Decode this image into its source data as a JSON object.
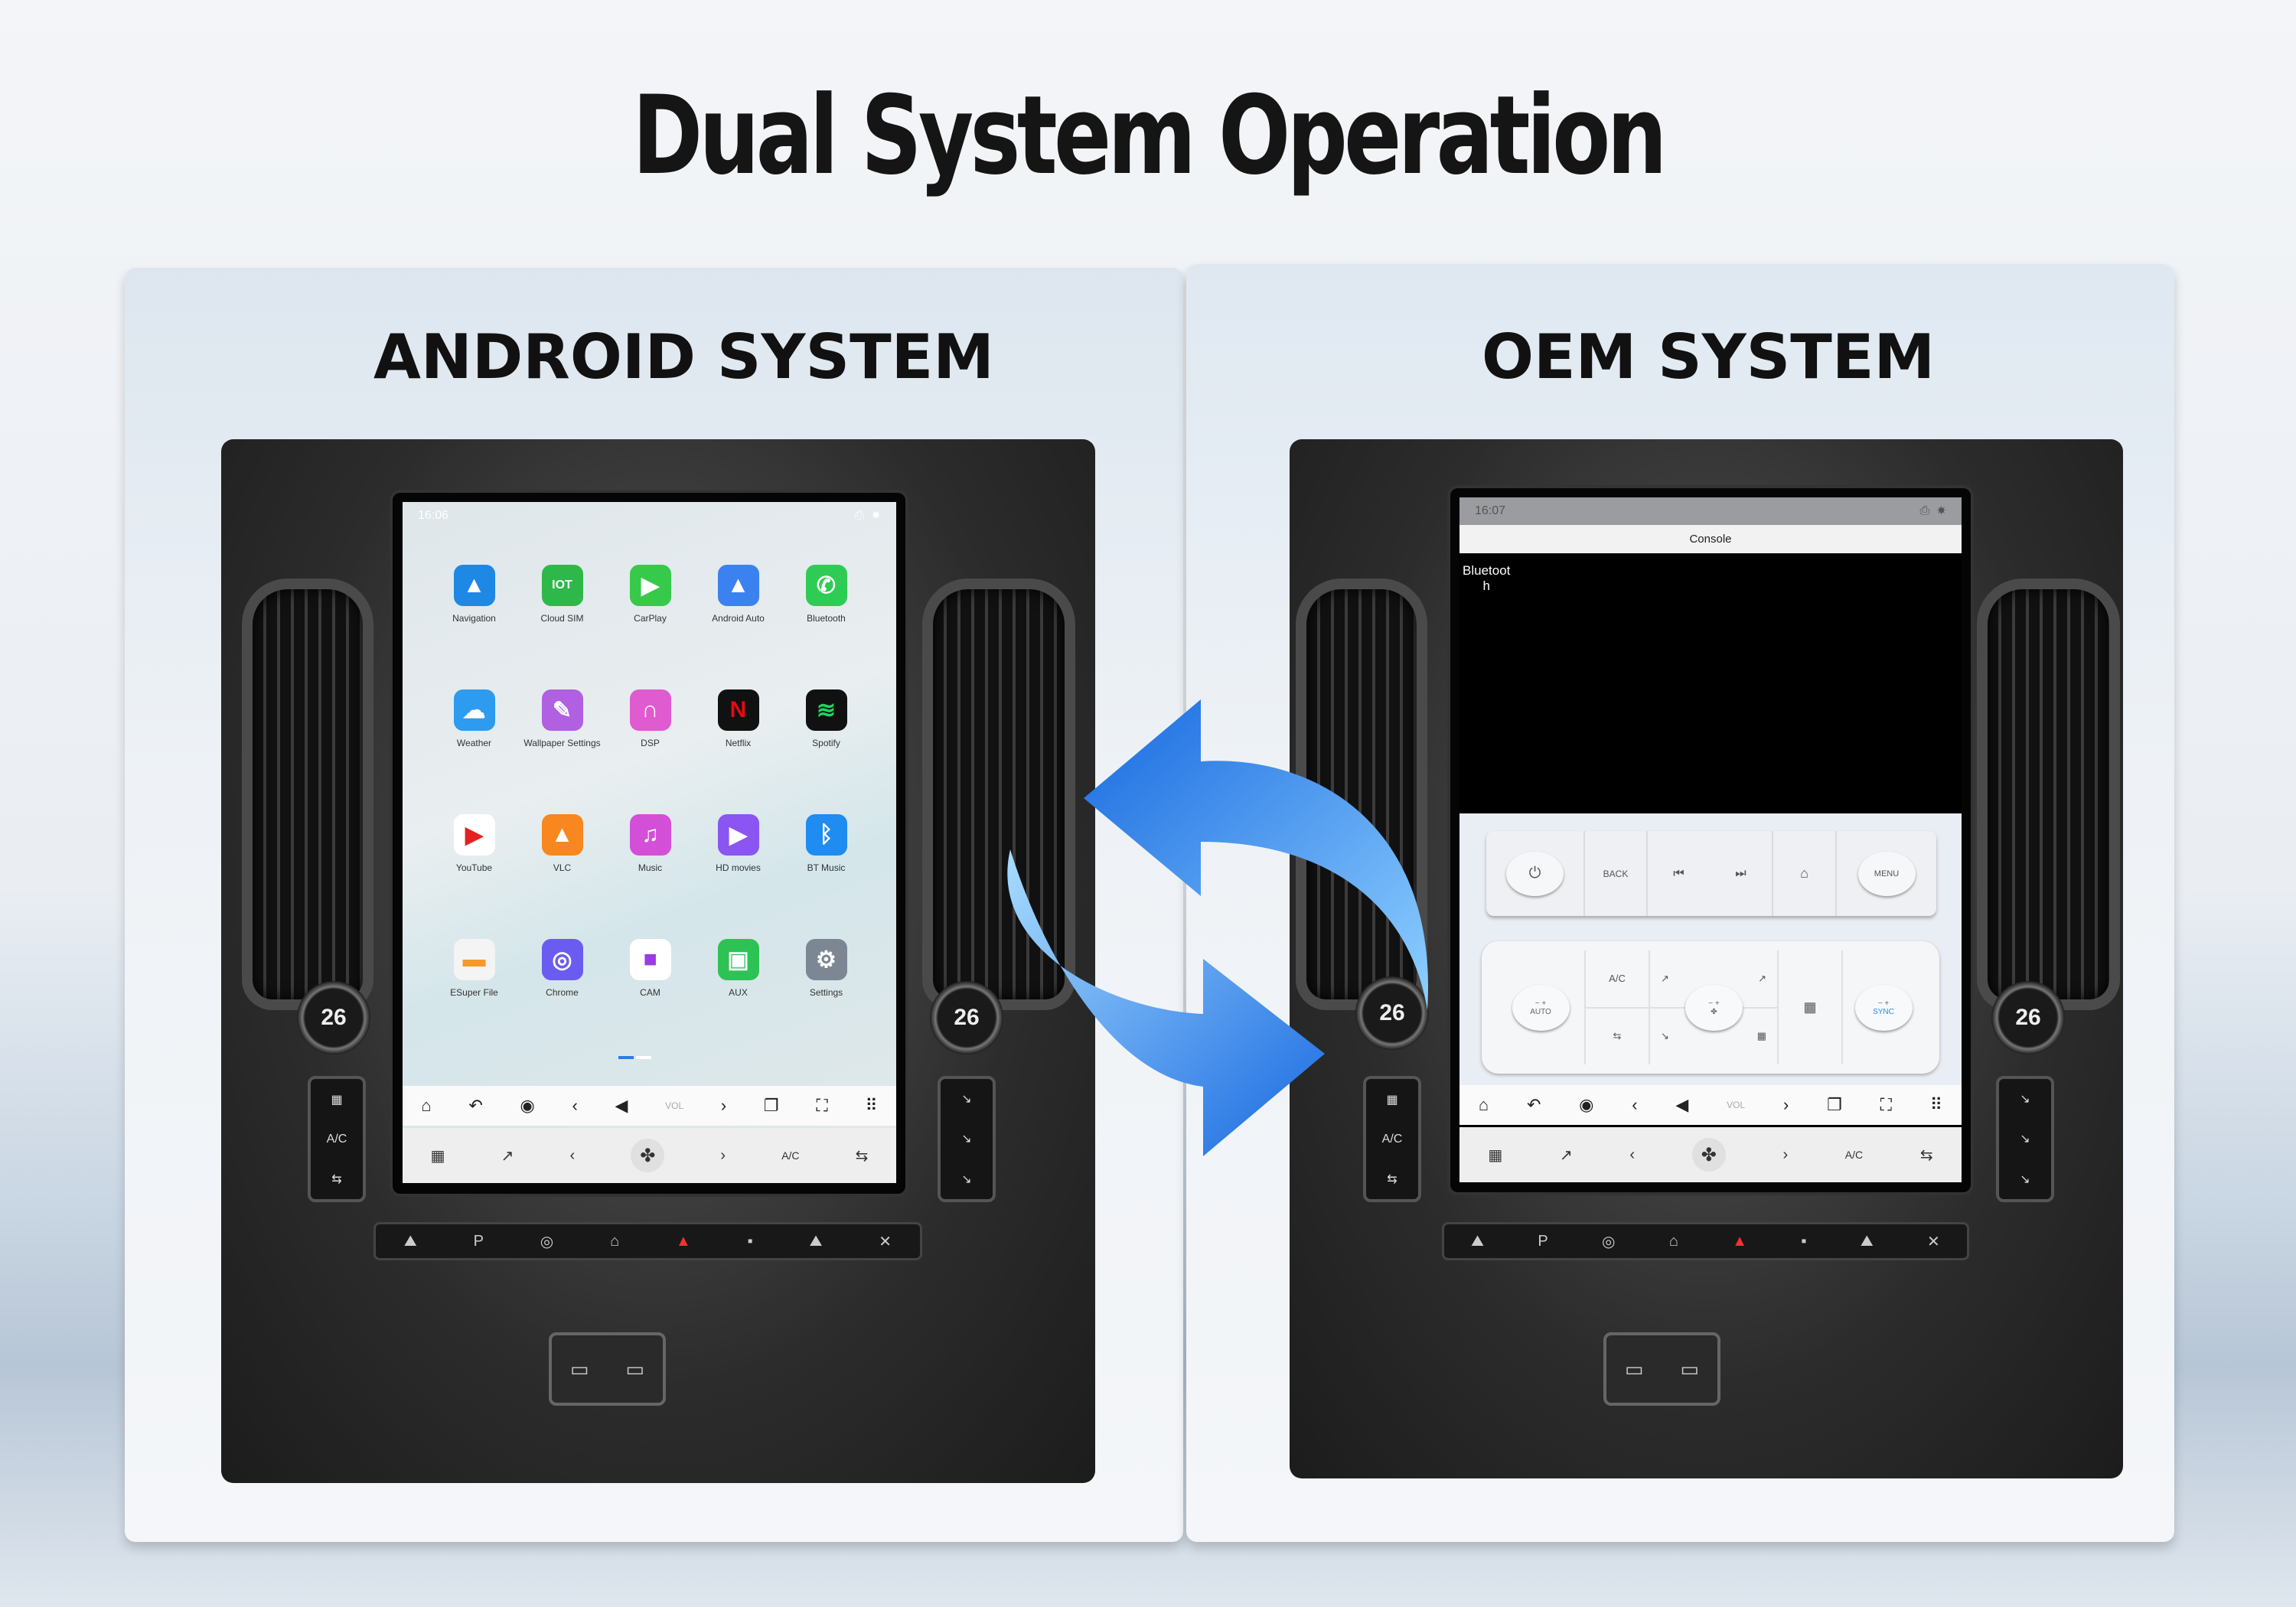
{
  "title": "Dual System Operation",
  "left_heading": "ANDROID SYSTEM",
  "right_heading": "OEM SYSTEM",
  "dashboard": {
    "temp": "26",
    "ac": "A/C"
  },
  "android": {
    "time": "16:06",
    "apps": [
      {
        "label": "Navigation",
        "glyph": "▲",
        "color": "#1e88e5"
      },
      {
        "label": "Cloud SIM",
        "glyph": "IOT",
        "color": "#2fb84a"
      },
      {
        "label": "CarPlay",
        "glyph": "▶",
        "color": "#36c94a"
      },
      {
        "label": "Android Auto",
        "glyph": "▲",
        "color": "#3b82f0"
      },
      {
        "label": "Bluetooth",
        "glyph": "✆",
        "color": "#2ecc55"
      },
      {
        "label": "Weather",
        "glyph": "☁",
        "color": "#2d9bf0"
      },
      {
        "label": "Wallpaper Settings",
        "glyph": "✎",
        "color": "#b060e0"
      },
      {
        "label": "DSP",
        "glyph": "∩",
        "color": "#e05ad0"
      },
      {
        "label": "Netflix",
        "glyph": "N",
        "color": "#111111"
      },
      {
        "label": "Spotify",
        "glyph": "≋",
        "color": "#111111"
      },
      {
        "label": "YouTube",
        "glyph": "▶",
        "color": "#ffffff"
      },
      {
        "label": "VLC",
        "glyph": "▲",
        "color": "#f7871e"
      },
      {
        "label": "Music",
        "glyph": "♫",
        "color": "#d34fd8"
      },
      {
        "label": "HD movies",
        "glyph": "▶",
        "color": "#8a55f0"
      },
      {
        "label": "BT Music",
        "glyph": "ᛒ",
        "color": "#1e8cf0"
      },
      {
        "label": "ESuper File",
        "glyph": "▬",
        "color": "#f4f4f4"
      },
      {
        "label": "Chrome",
        "glyph": "◎",
        "color": "#6a5cf0"
      },
      {
        "label": "CAM",
        "glyph": "■",
        "color": "#ffffff"
      },
      {
        "label": "AUX",
        "glyph": "▣",
        "color": "#2ec255"
      },
      {
        "label": "Settings",
        "glyph": "⚙",
        "color": "#7d8794"
      }
    ],
    "nav": {
      "vol": "VOL"
    },
    "climate": {
      "ac": "A/C"
    }
  },
  "oem": {
    "time": "16:07",
    "console": "Console",
    "bluetooth": "Bluetoot\nh",
    "keys": {
      "back": "BACK",
      "menu": "MENU"
    },
    "hvac": {
      "ac": "A/C",
      "auto": "AUTO",
      "sync": "SYNC",
      "minus": "−",
      "plus": "+"
    },
    "nav": {
      "vol": "VOL"
    },
    "climate": {
      "ac": "A/C"
    }
  },
  "colors": {
    "arrow": "#1f7ff0"
  }
}
